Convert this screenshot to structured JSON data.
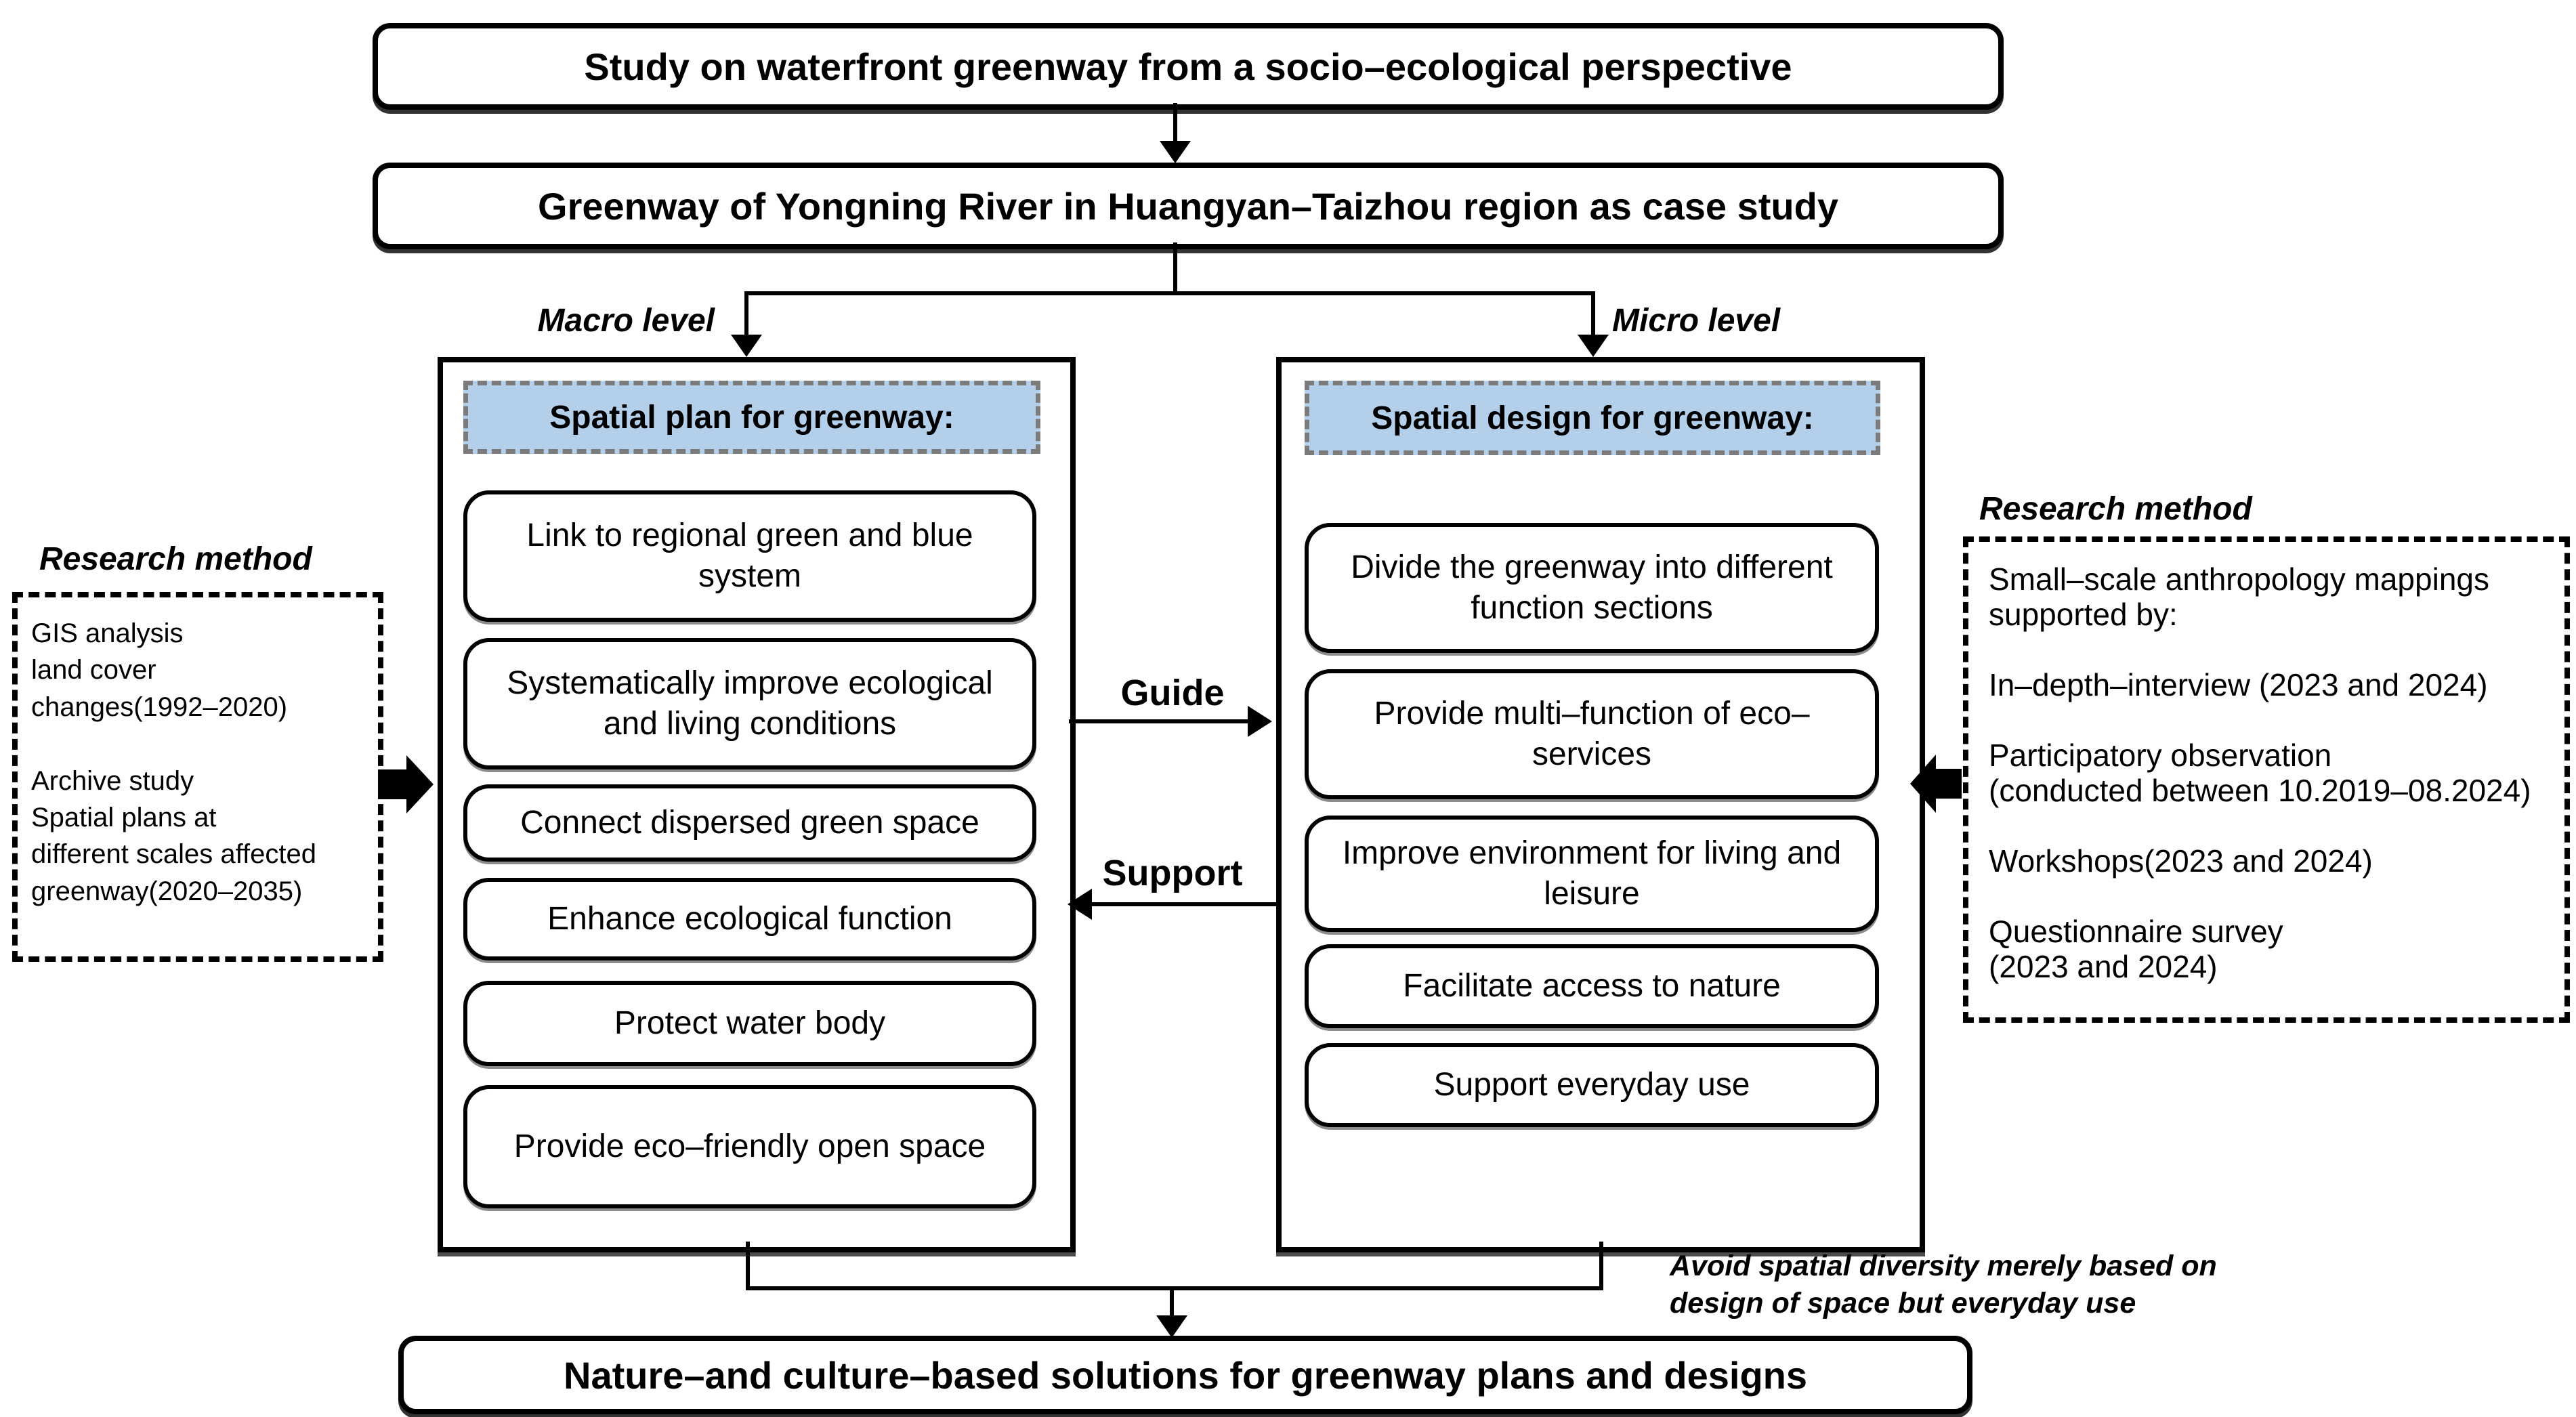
{
  "banners": {
    "study": "Study on waterfront greenway from a socio–ecological perspective",
    "case": "Greenway of Yongning River in Huangyan–Taizhou region as case study",
    "solution": "Nature–and culture–based solutions for greenway plans and designs"
  },
  "labels": {
    "macro": "Macro level",
    "micro": "Micro level",
    "guide": "Guide",
    "support": "Support"
  },
  "left_column": {
    "header": "Spatial plan for greenway:",
    "items": [
      "Link to regional green and blue system",
      "Systematically improve ecological and living conditions",
      "Connect dispersed green space",
      "Enhance ecological function",
      "Protect water body",
      "Provide eco–friendly open space"
    ]
  },
  "right_column": {
    "header": "Spatial design for greenway:",
    "items": [
      "Divide the greenway into different function sections",
      "Provide multi–function of eco–services",
      "Improve environment for living and leisure",
      "Facilitate access to nature",
      "Support everyday use"
    ]
  },
  "left_method": {
    "title": "Research method",
    "text": "GIS analysis\nland cover\nchanges(1992–2020)\n\nArchive study\nSpatial plans at\ndifferent scales affected\ngreenway(2020–2035)"
  },
  "right_method": {
    "title": "Research method",
    "text": "Small–scale anthropology mappings\nsupported by:\n\nIn–depth–interview (2023 and 2024)\n\nParticipatory observation\n(conducted between 10.2019–08.2024)\n\nWorkshops(2023 and 2024)\n\nQuestionnaire survey\n(2023 and 2024)"
  },
  "note": {
    "text": "Avoid spatial diversity merely based on\ndesign of space but everyday use"
  },
  "colors": {
    "header_fill": "#b4cfe9",
    "header_border": "#7b7b7b",
    "line": "#000000",
    "background": "#ffffff"
  }
}
